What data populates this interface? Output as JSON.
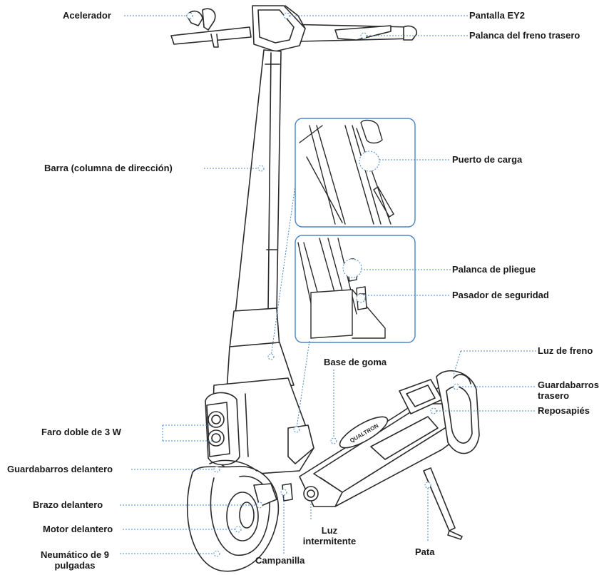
{
  "colors": {
    "outline": "#2b2b2b",
    "leader": "#4a86c5",
    "callout_frame": "#4a86c5",
    "label": "#1a1a1a"
  },
  "labels": {
    "accelerator": "Acelerador",
    "display": "Pantalla EY2",
    "rear_brake_lever": "Palanca del freno trasero",
    "stem": "Barra (columna de dirección)",
    "charging_port": "Puerto de carga",
    "fold_lever": "Palanca de pliegue",
    "safety_pin": "Pasador de seguridad",
    "rubber_base": "Base de goma",
    "brake_light": "Luz de freno",
    "rear_fender": "Guardabarros trasero",
    "footrest": "Reposapiés",
    "headlight": "Faro doble de 3 W",
    "front_fender": "Guardabarros delantero",
    "front_arm": "Brazo delantero",
    "front_motor": "Motor delantero",
    "blinker_light": "Luz intermitente",
    "kickstand": "Pata",
    "bell": "Campanilla",
    "tire": "Neumático de 9 pulgadas",
    "deck_logo": "QUALTRON"
  }
}
